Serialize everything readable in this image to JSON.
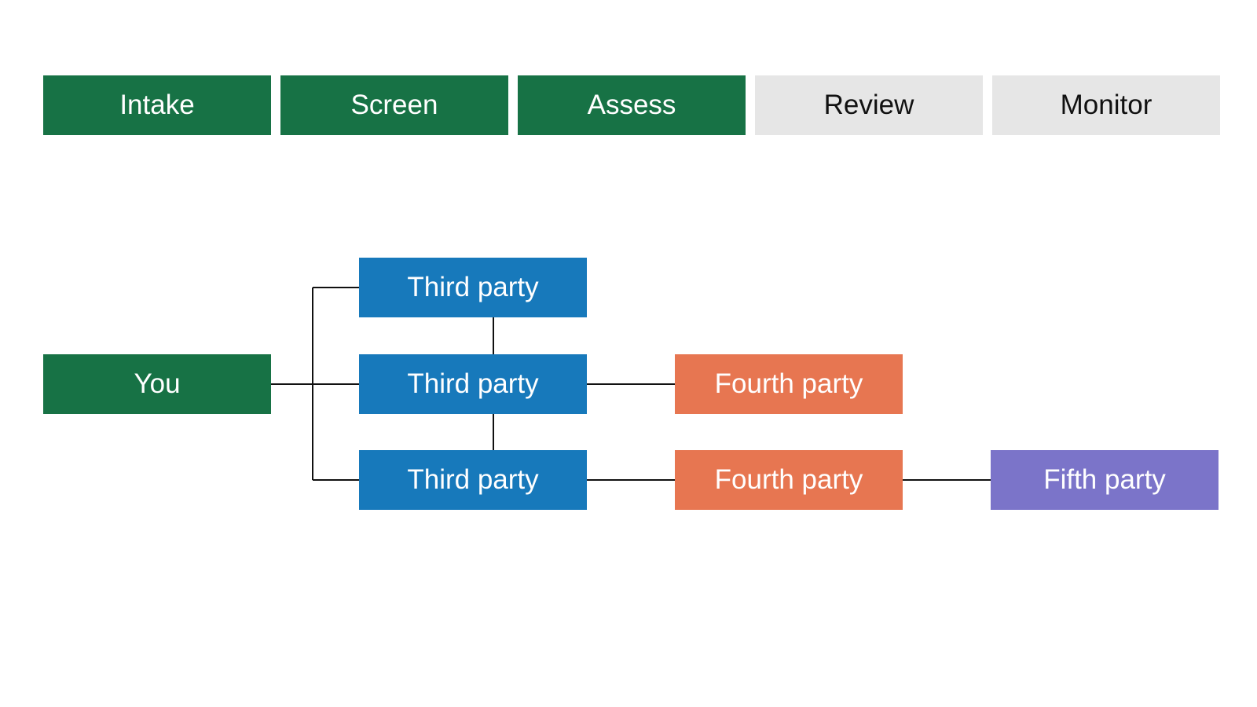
{
  "stages": [
    {
      "label": "Intake",
      "status": "active"
    },
    {
      "label": "Screen",
      "status": "active"
    },
    {
      "label": "Assess",
      "status": "active"
    },
    {
      "label": "Review",
      "status": "inactive"
    },
    {
      "label": "Monitor",
      "status": "inactive"
    }
  ],
  "colors": {
    "active_stage": "#177245",
    "inactive_stage": "#e6e6e6",
    "you": "#177245",
    "third_party": "#1779bb",
    "fourth_party": "#e77651",
    "fifth_party": "#7b74c9",
    "connector": "#111111"
  },
  "tree": {
    "you": {
      "label": "You"
    },
    "third_parties": [
      {
        "label": "Third party"
      },
      {
        "label": "Third party"
      },
      {
        "label": "Third party"
      }
    ],
    "fourth_parties": [
      {
        "label": "Fourth party"
      },
      {
        "label": "Fourth party"
      }
    ],
    "fifth_party": {
      "label": "Fifth party"
    }
  }
}
